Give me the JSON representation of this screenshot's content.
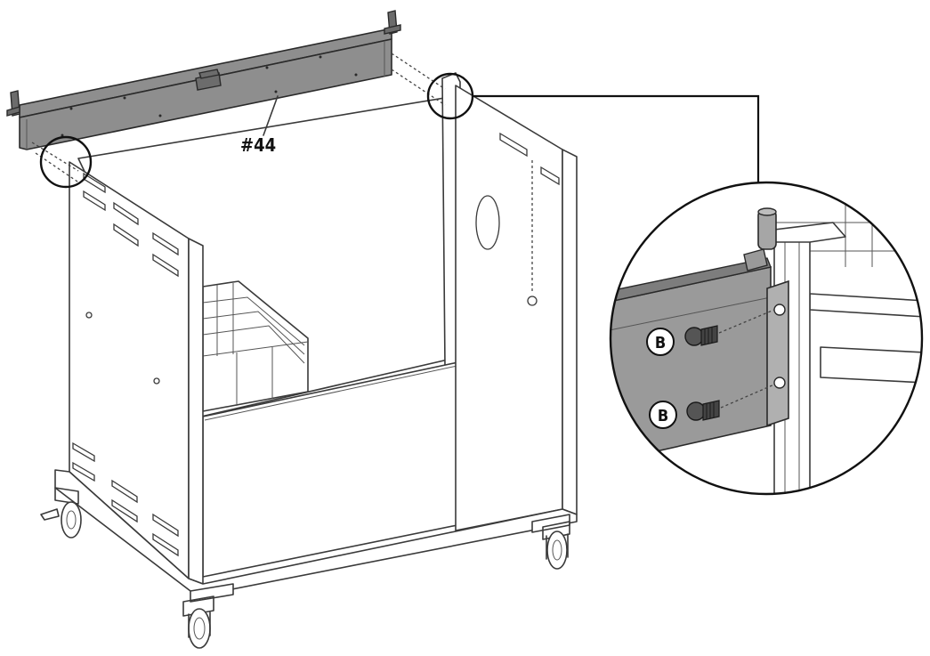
{
  "diagram": {
    "part_label": "#44",
    "screw_label_top": "B",
    "screw_label_bottom": "B",
    "colors": {
      "bar_fill": "#8e8e8e",
      "line": "#3a3a3a",
      "detail_bracket": "#9a9a9a"
    }
  }
}
